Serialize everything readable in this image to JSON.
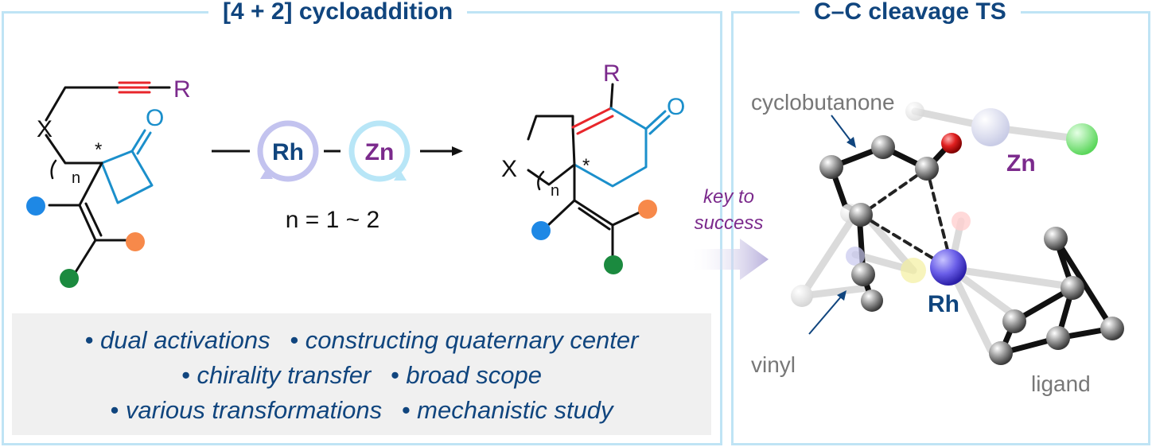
{
  "titles": {
    "left": "[4 + 2] cycloaddition",
    "right": "C–C cleavage TS"
  },
  "reaction": {
    "atom_x": "X",
    "atom_o": "O",
    "group_r": "R",
    "subscript_n": "n",
    "stereo_mark": "*",
    "catalyst_1": "Rh",
    "catalyst_2": "Zn",
    "condition": "n = 1 ~ 2",
    "key_label_1": "key to",
    "key_label_2": "success"
  },
  "highlights": {
    "line1": [
      "dual activations",
      "constructing quaternary center"
    ],
    "line2": [
      "chirality transfer",
      "broad scope"
    ],
    "line3": [
      "various transformations",
      "mechanistic study"
    ]
  },
  "ts_model": {
    "label_cyclobutanone": "cyclobutanone",
    "label_zn": "Zn",
    "label_rh": "Rh",
    "label_vinyl": "vinyl",
    "label_ligand": "ligand"
  },
  "colors": {
    "title": "#10457e",
    "alkyne": "#e8262b",
    "ring": "#1b8fcb",
    "r_group": "#7b2a8c",
    "blue_dot": "#1e88e5",
    "orange_dot": "#f7894a",
    "green_dot": "#1b8a3f"
  }
}
